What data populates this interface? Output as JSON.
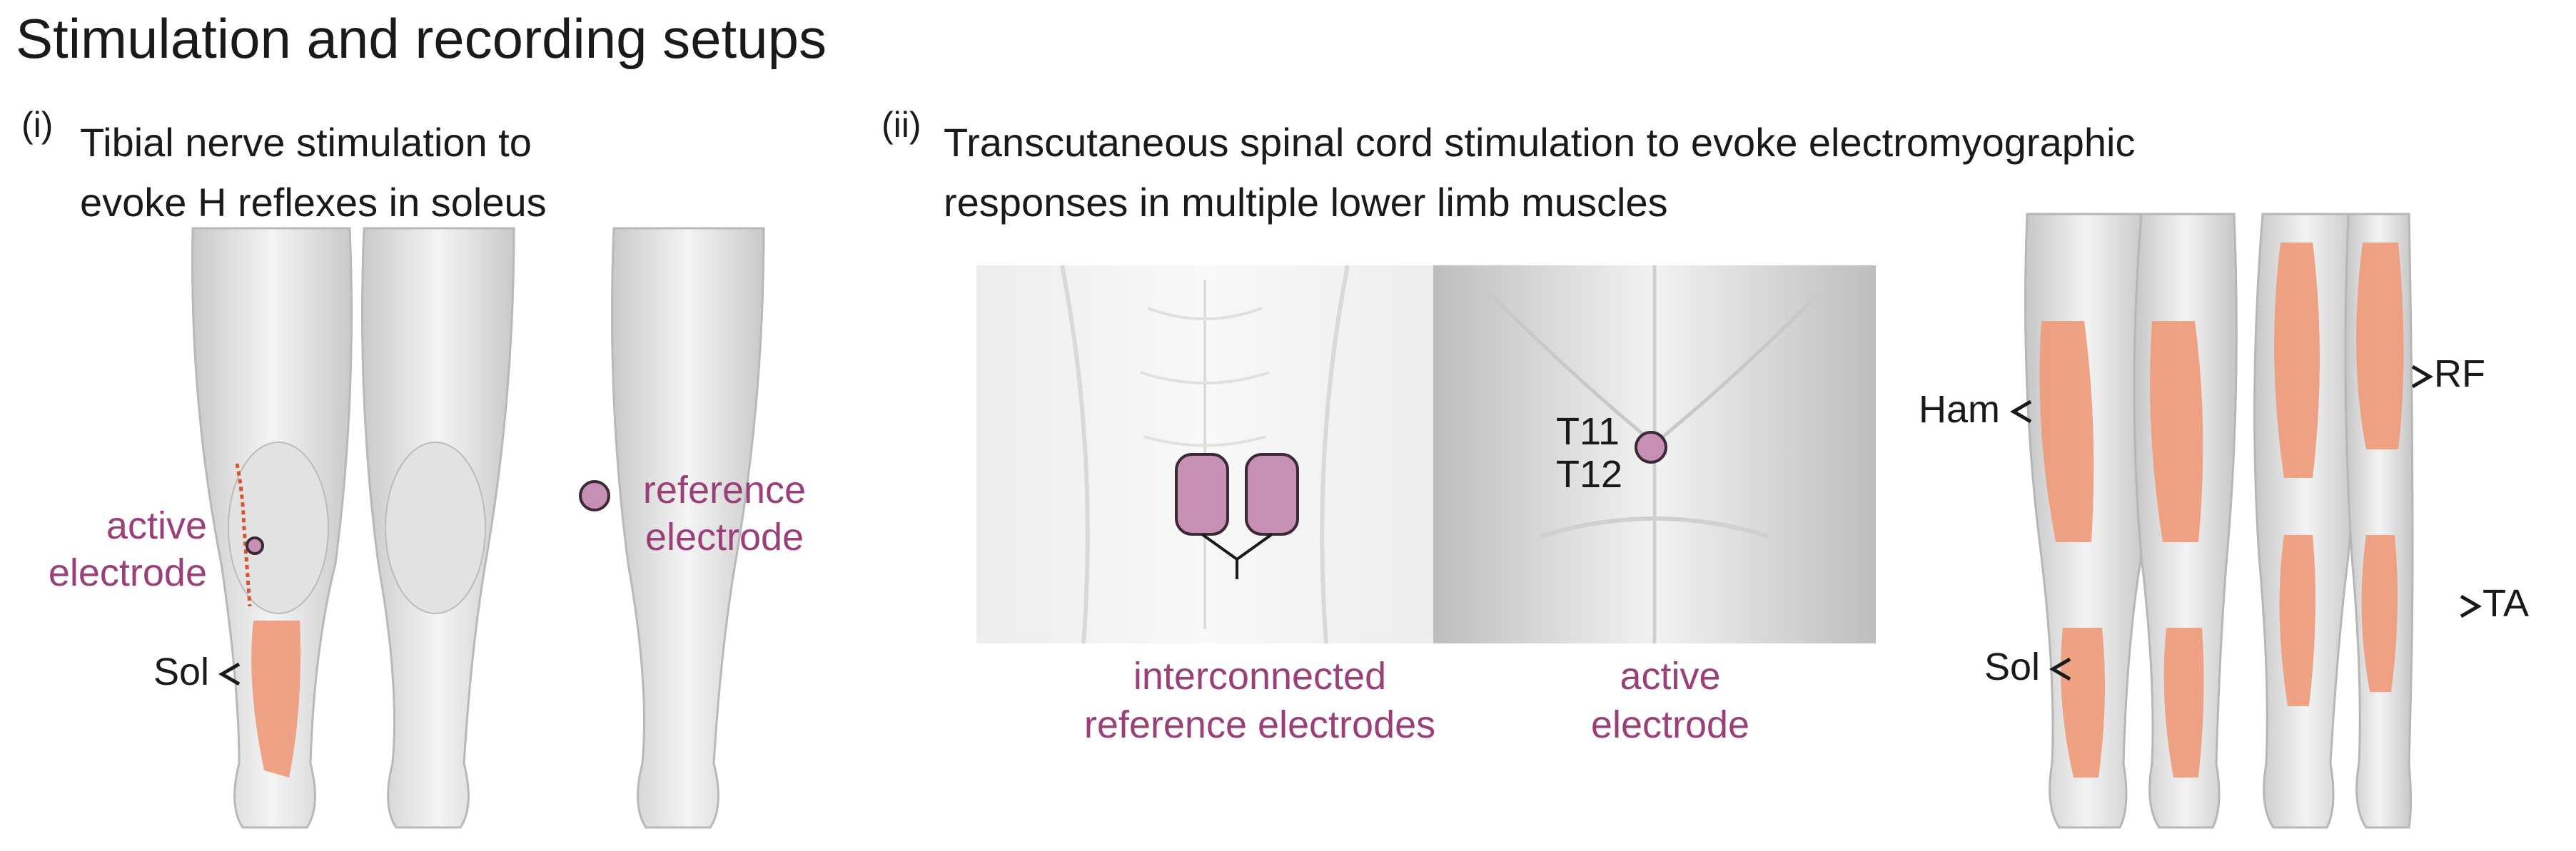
{
  "title": "Stimulation and recording setups",
  "panel_i": {
    "label": "(i)",
    "desc_line1": "Tibial nerve stimulation to",
    "desc_line2": "evoke H reflexes in soleus",
    "active_electrode_line1": "active",
    "active_electrode_line2": "electrode",
    "reference_electrode_line1": "reference",
    "reference_electrode_line2": "electrode",
    "muscle_sol": "Sol"
  },
  "panel_ii": {
    "label": "(ii)",
    "desc_line1": "Transcutaneous spinal cord stimulation to evoke electromyographic",
    "desc_line2": "responses in multiple lower limb muscles",
    "vertebra_t11": "T11",
    "vertebra_t12": "T12",
    "reference_line1": "interconnected",
    "reference_line2": "reference electrodes",
    "active_line1": "active",
    "active_line2": "electrode",
    "muscle_ham": "Ham",
    "muscle_sol": "Sol",
    "muscle_rf": "RF",
    "muscle_ta": "TA"
  },
  "colors": {
    "electrode_fill": "#c78fb4",
    "electrode_stroke": "#3a2a35",
    "label_purple": "#9a3f78",
    "muscle_highlight": "#ee9a78",
    "nerve": "#d8542c",
    "anatomy_gray": "#d4d4d4"
  }
}
